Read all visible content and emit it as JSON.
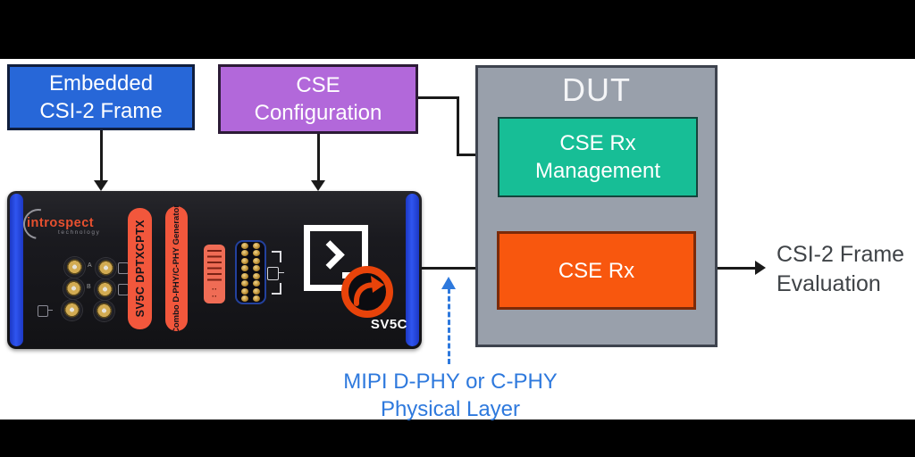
{
  "colors": {
    "embedded_frame_fill": "#2767D8",
    "cse_config_fill": "#B268DA",
    "dut_fill": "#99A0AB",
    "cse_rx_mgmt_fill": "#17BE96",
    "cse_rx_fill": "#F8570E",
    "phy_annotation_blue": "#2E79DD",
    "instrument_rail_blue": "#2F55F0",
    "instrument_label_orange": "#F2573C",
    "badge_orange": "#E8430A",
    "arrow_black": "#1A1A1A",
    "evaluation_text_gray": "#3F4347"
  },
  "boxes": {
    "embedded_frame": {
      "line1": "Embedded",
      "line2": "CSI-2 Frame"
    },
    "cse_config": {
      "line1": "CSE",
      "line2": "Configuration"
    },
    "dut": {
      "title": "DUT"
    },
    "cse_rx_mgmt": {
      "line1": "CSE Rx",
      "line2": "Management"
    },
    "cse_rx": {
      "label": "CSE Rx"
    }
  },
  "annotations": {
    "evaluation": {
      "line1": "CSI-2 Frame",
      "line2": "Evaluation"
    },
    "phy": {
      "line1": "MIPI D-PHY or C-PHY",
      "line2": "Physical Layer"
    }
  },
  "instrument": {
    "brand": "introspect",
    "brand_sub": "technology",
    "label_primary": "SV5C DPTXCPTX",
    "label_secondary": "Combo D-PHY/C-PHY Generator",
    "model": "SV5C",
    "port_label_a": "A",
    "port_label_b": "B"
  }
}
